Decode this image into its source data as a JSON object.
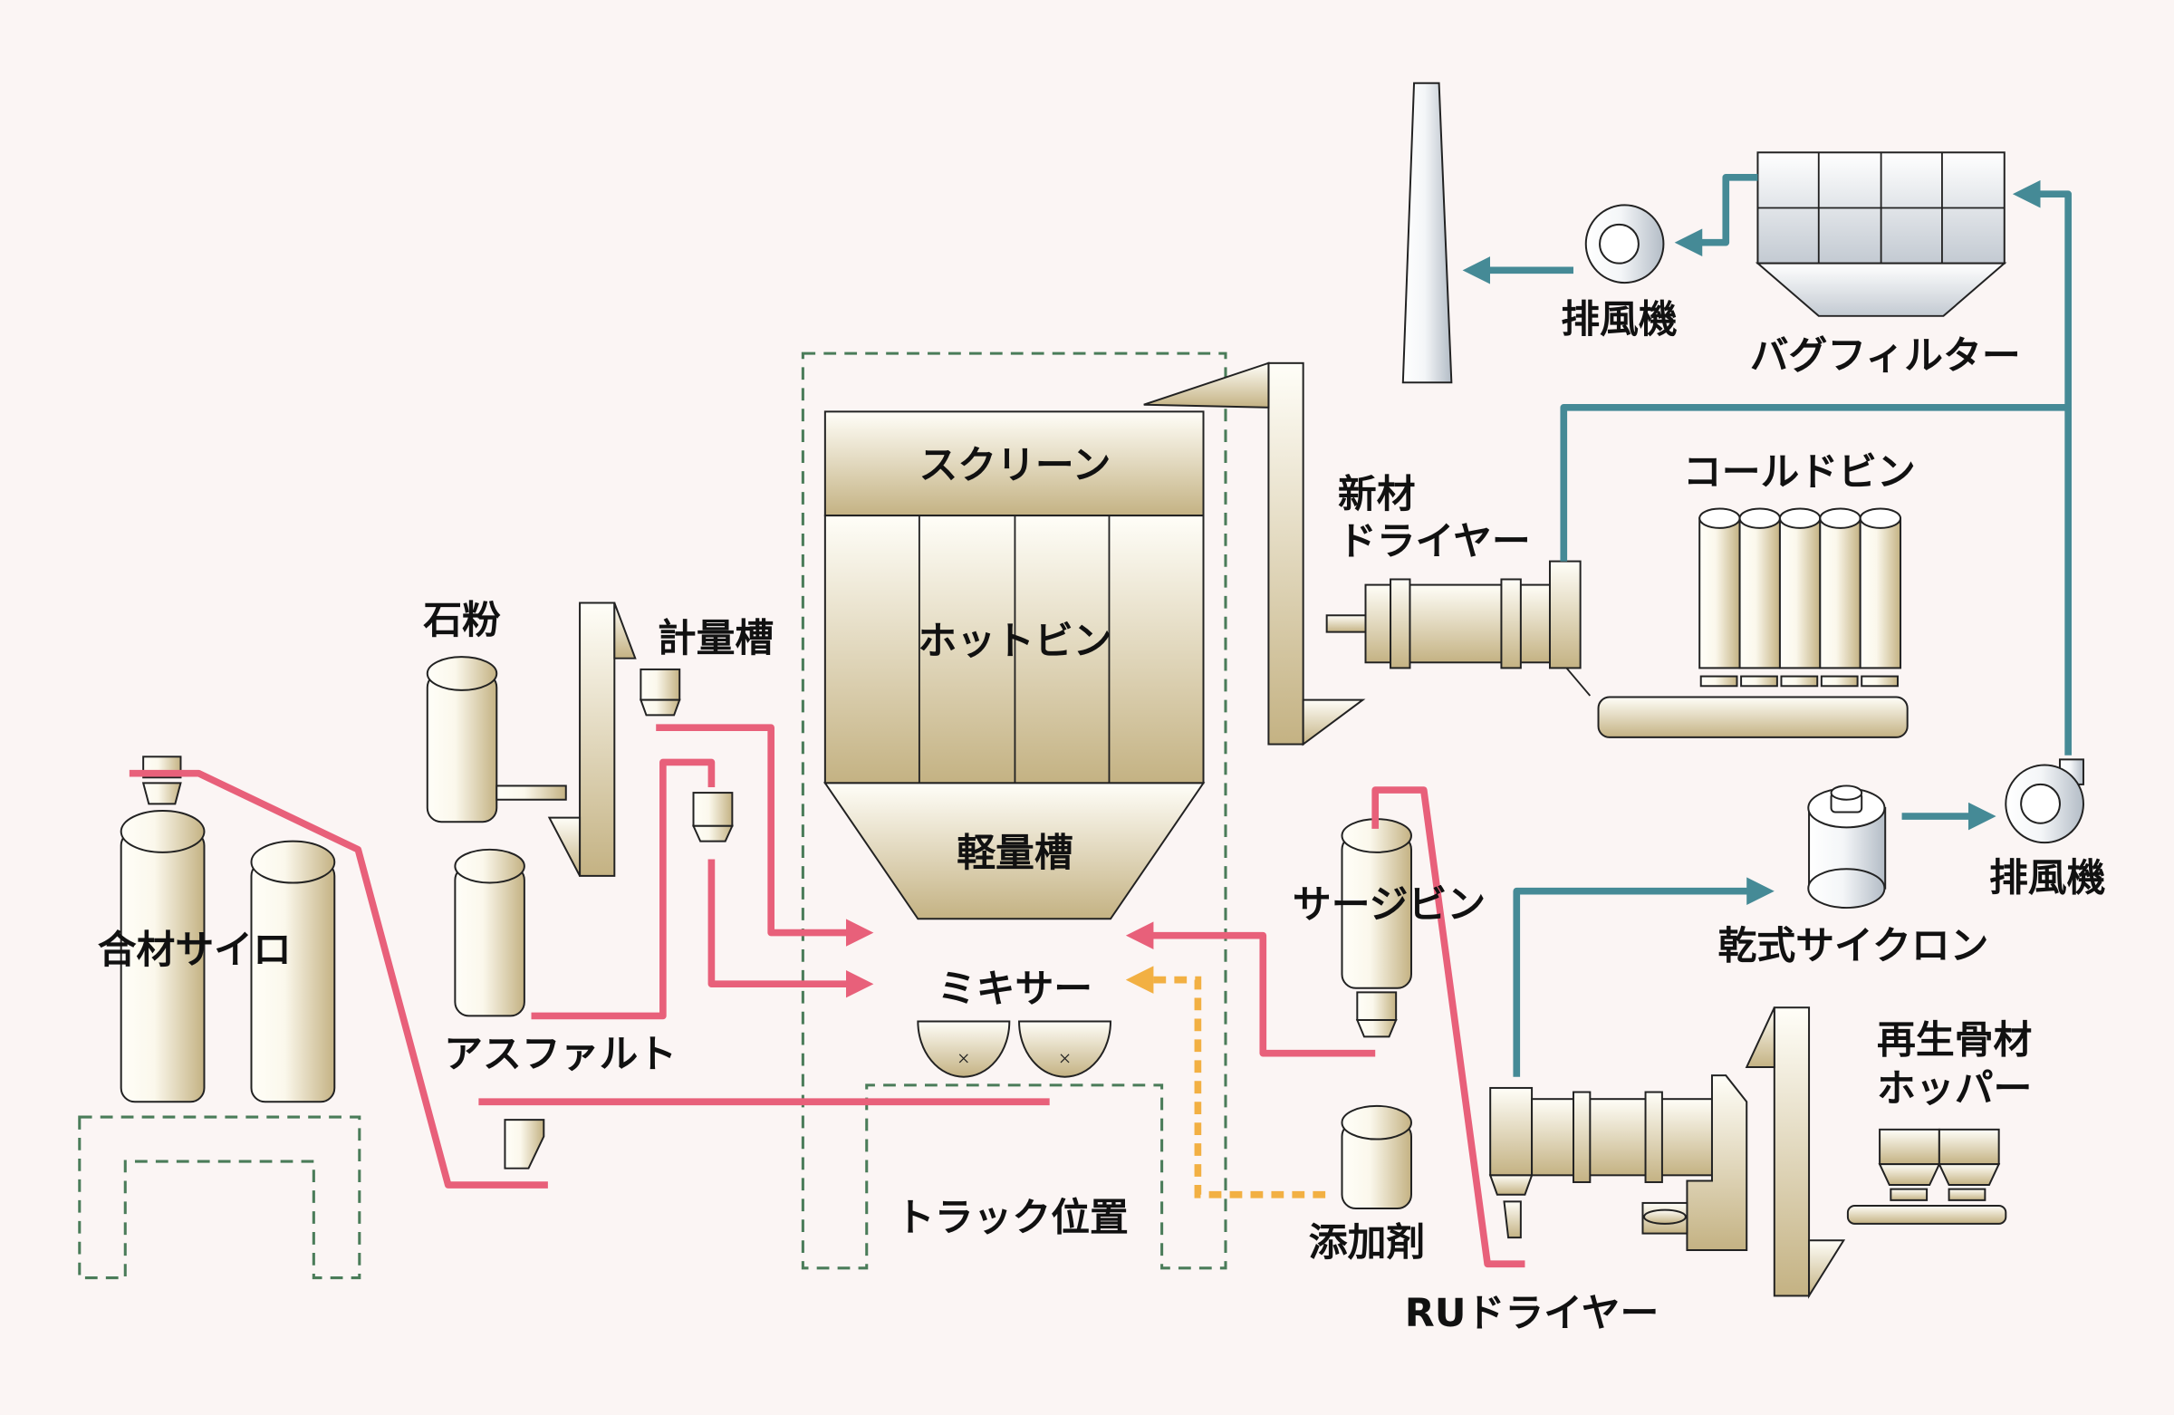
{
  "labels": {
    "silo": "合材サイロ",
    "stone_powder": "石粉",
    "weigh_tank": "計量槽",
    "asphalt": "アスファルト",
    "screen": "スクリーン",
    "hot_bin": "ホットビン",
    "light_tank": "軽量槽",
    "mixer": "ミキサー",
    "truck_position": "トラック位置",
    "new_dryer": [
      "新材",
      "ドライヤー"
    ],
    "cold_bin": "コールドビン",
    "exhaust_fan_top": "排風機",
    "bag_filter": "バグフィルター",
    "surge_bin": "サージビン",
    "additive": "添加剤",
    "ru_dryer": "RUドライヤー",
    "dry_cyclone": "乾式サイクロン",
    "exhaust_fan_bottom": "排風機",
    "rap_hopper": [
      "再生骨材",
      "ホッパー"
    ]
  },
  "colors": {
    "background": "#fbf5f4",
    "material_flow": "#e8607a",
    "gas_flow": "#458a96",
    "additive_flow": "#f2b043",
    "zone_outline": "#4a7c59",
    "equipment": "#c4b283",
    "dust_equipment": "#b3bcc6"
  }
}
